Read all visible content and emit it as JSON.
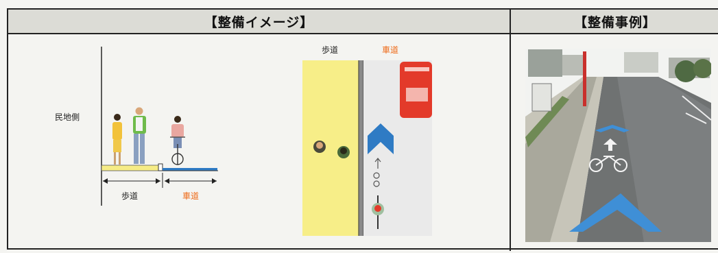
{
  "header": {
    "left_title": "【整備イメージ】",
    "right_title": "【整備事例】"
  },
  "cross_section": {
    "private_side_label": "民地側",
    "sidewalk_label": "歩道",
    "roadway_label": "車道"
  },
  "plan_view": {
    "sidewalk_label": "歩道",
    "roadway_label": "車道"
  },
  "colors": {
    "roadway_accent": "#ee6a18",
    "sidewalk_fill": "#f6ec86",
    "lane_blue": "#2f7bc4",
    "bus_red": "#e33a2a"
  }
}
